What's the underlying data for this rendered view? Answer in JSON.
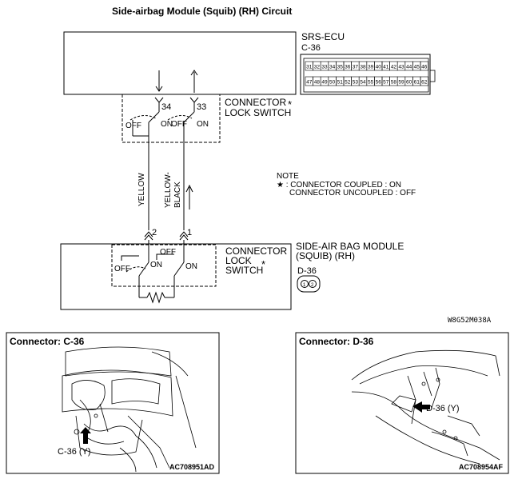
{
  "title": "Side-airbag Module (Squib) (RH) Circuit",
  "ecu": {
    "name": "SRS-ECU",
    "connector_id": "C-36",
    "pins_top": [
      "31",
      "32",
      "33",
      "34",
      "35",
      "36",
      "37",
      "38",
      "39",
      "40",
      "41",
      "42",
      "43",
      "44",
      "45",
      "46"
    ],
    "pins_bottom": [
      "47",
      "48",
      "49",
      "50",
      "51",
      "52",
      "53",
      "54",
      "55",
      "56",
      "57",
      "58",
      "59",
      "60",
      "61",
      "62"
    ]
  },
  "lock_switch_upper": {
    "line1": "CONNECTOR",
    "line2": "LOCK SWITCH",
    "asterisk": "*"
  },
  "lock_switch_lower": {
    "line1": "CONNECTOR",
    "line2": "LOCK",
    "line3": "SWITCH",
    "asterisk": "*"
  },
  "pins": {
    "upper_left": "34",
    "upper_right": "33",
    "lower_left": "2",
    "lower_right": "1"
  },
  "switch_labels": {
    "off": "OFF",
    "on": "ON"
  },
  "wires": {
    "left": "YELLOW",
    "right_line1": "YELLOW-",
    "right_line2": "BLACK"
  },
  "note": {
    "heading": "NOTE",
    "line1": "★ : CONNECTOR COUPLED : ON",
    "line2": "CONNECTOR UNCOUPLED : OFF"
  },
  "module": {
    "line1": "SIDE-AIR BAG MODULE",
    "line2": "(SQUIB) (RH)",
    "connector_id": "D-36",
    "pin1": "1",
    "pin2": "2"
  },
  "diagram_code": "W8G52M038A",
  "panel_left": {
    "title": "Connector: C-36",
    "callout": "C-36 (Y)",
    "code": "AC708951AD"
  },
  "panel_right": {
    "title": "Connector: D-36",
    "callout": "D-36 (Y)",
    "code": "AC708954AF"
  }
}
